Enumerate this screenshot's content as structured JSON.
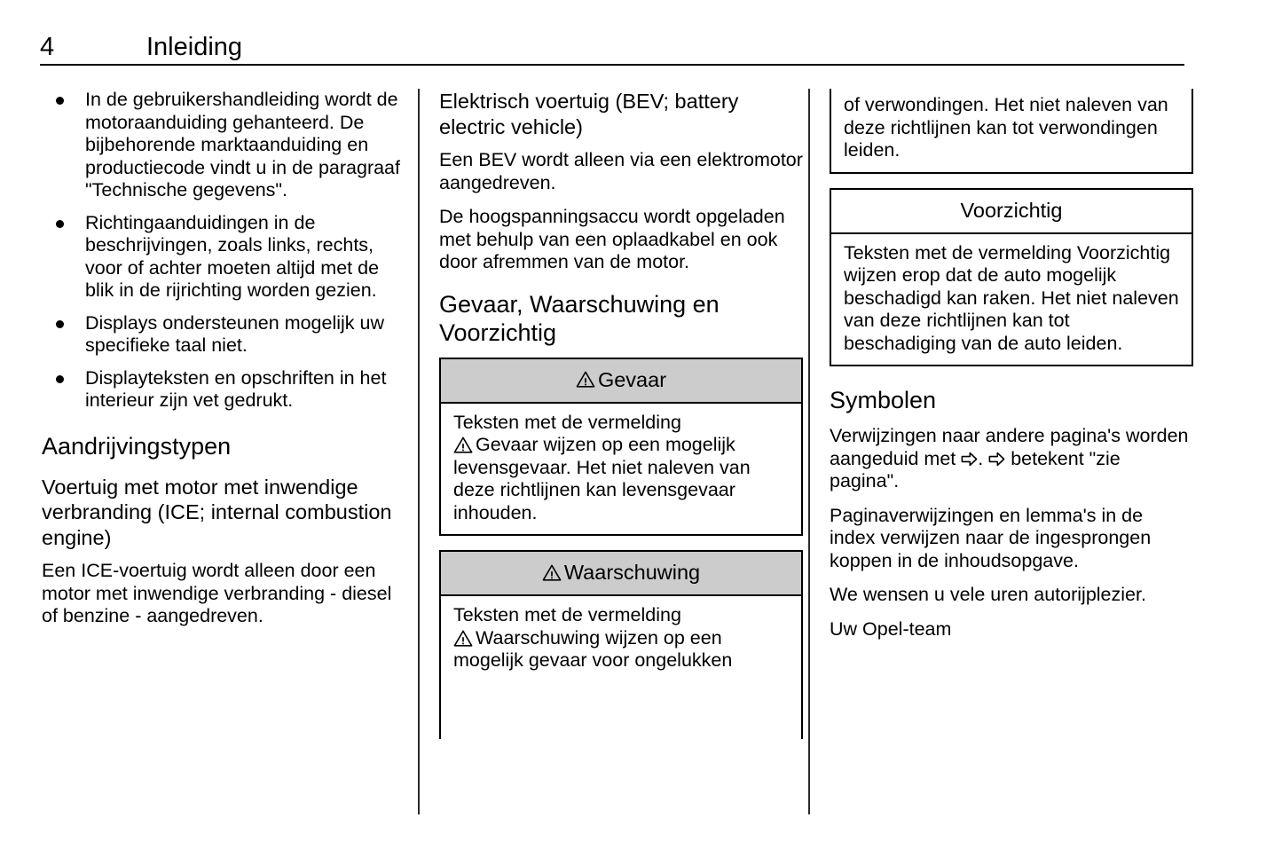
{
  "header": {
    "page_number": "4",
    "chapter_title": "Inleiding"
  },
  "colors": {
    "notice_header_gray": "#cccccc",
    "rule": "#000000",
    "text": "#000000"
  },
  "columns": {
    "left": {
      "bullets": [
        "In de gebruikershandleiding wordt de motoraanduiding gehanteerd. De bijbehorende marktaanduiding en productiecode vindt u in de paragraaf \"Technische gegevens\".",
        "Richtingaanduidingen in de beschrijvingen, zoals links, rechts, voor of achter moeten altijd met de blik in de rijrichting worden gezien.",
        "Displays ondersteunen mogelijk uw specifieke taal niet.",
        "Displayteksten en opschriften in het interieur zijn vet gedrukt."
      ],
      "section_heading": "Aandrijvingstypen",
      "sub_heading": "Voertuig met motor met inwendige verbranding (ICE; internal combustion engine)",
      "paragraph": "Een ICE-voertuig wordt alleen door een motor met inwendige verbranding - diesel of benzine - aangedreven."
    },
    "middle": {
      "sub_heading": "Elektrisch voertuig (BEV; battery electric vehicle)",
      "paragraphs": [
        "Een BEV wordt alleen via een elektromotor aangedreven.",
        "De hoogspanningsaccu wordt opgeladen met behulp van een oplaadkabel en ook door afremmen van de motor."
      ],
      "section_heading": "Gevaar, Waarschuwing en Voorzichtig",
      "danger_notice": {
        "title": "Gevaar",
        "icon": "warning-triangle-icon",
        "body_lead": "Teksten met de vermelding",
        "body_term": "Gevaar",
        "body_rest": " wijzen op een mogelijk levensgevaar. Het niet naleven van deze richtlijnen kan levensgevaar inhouden."
      },
      "warning_notice": {
        "title": "Waarschuwing",
        "icon": "warning-triangle-icon",
        "body_lead": "Teksten met de vermelding",
        "body_term": "Waarschuwing",
        "body_rest": " wijzen op een mogelijk gevaar voor ongelukken"
      }
    },
    "right": {
      "warning_continuation": "of verwondingen. Het niet naleven van deze richtlijnen kan tot verwondingen leiden.",
      "caution_notice": {
        "title": "Voorzichtig",
        "body": "Teksten met de vermelding Voorzichtig wijzen erop dat de auto mogelijk beschadigd kan raken. Het niet naleven van deze richtlijnen kan tot beschadiging van de auto leiden."
      },
      "section_heading": "Symbolen",
      "symbols_lead": "Verwijzingen naar andere pagina's worden aangeduid met",
      "symbols_mid": ".",
      "symbols_tail": "betekent \"zie pagina\".",
      "symbol_icon": "hollow-right-arrow-icon",
      "paragraphs": [
        "Paginaverwijzingen en lemma's in de index verwijzen naar de ingesprongen koppen in de inhoudsopgave.",
        "We wensen u vele uren autorijplezier.",
        "Uw Opel-team"
      ]
    }
  }
}
